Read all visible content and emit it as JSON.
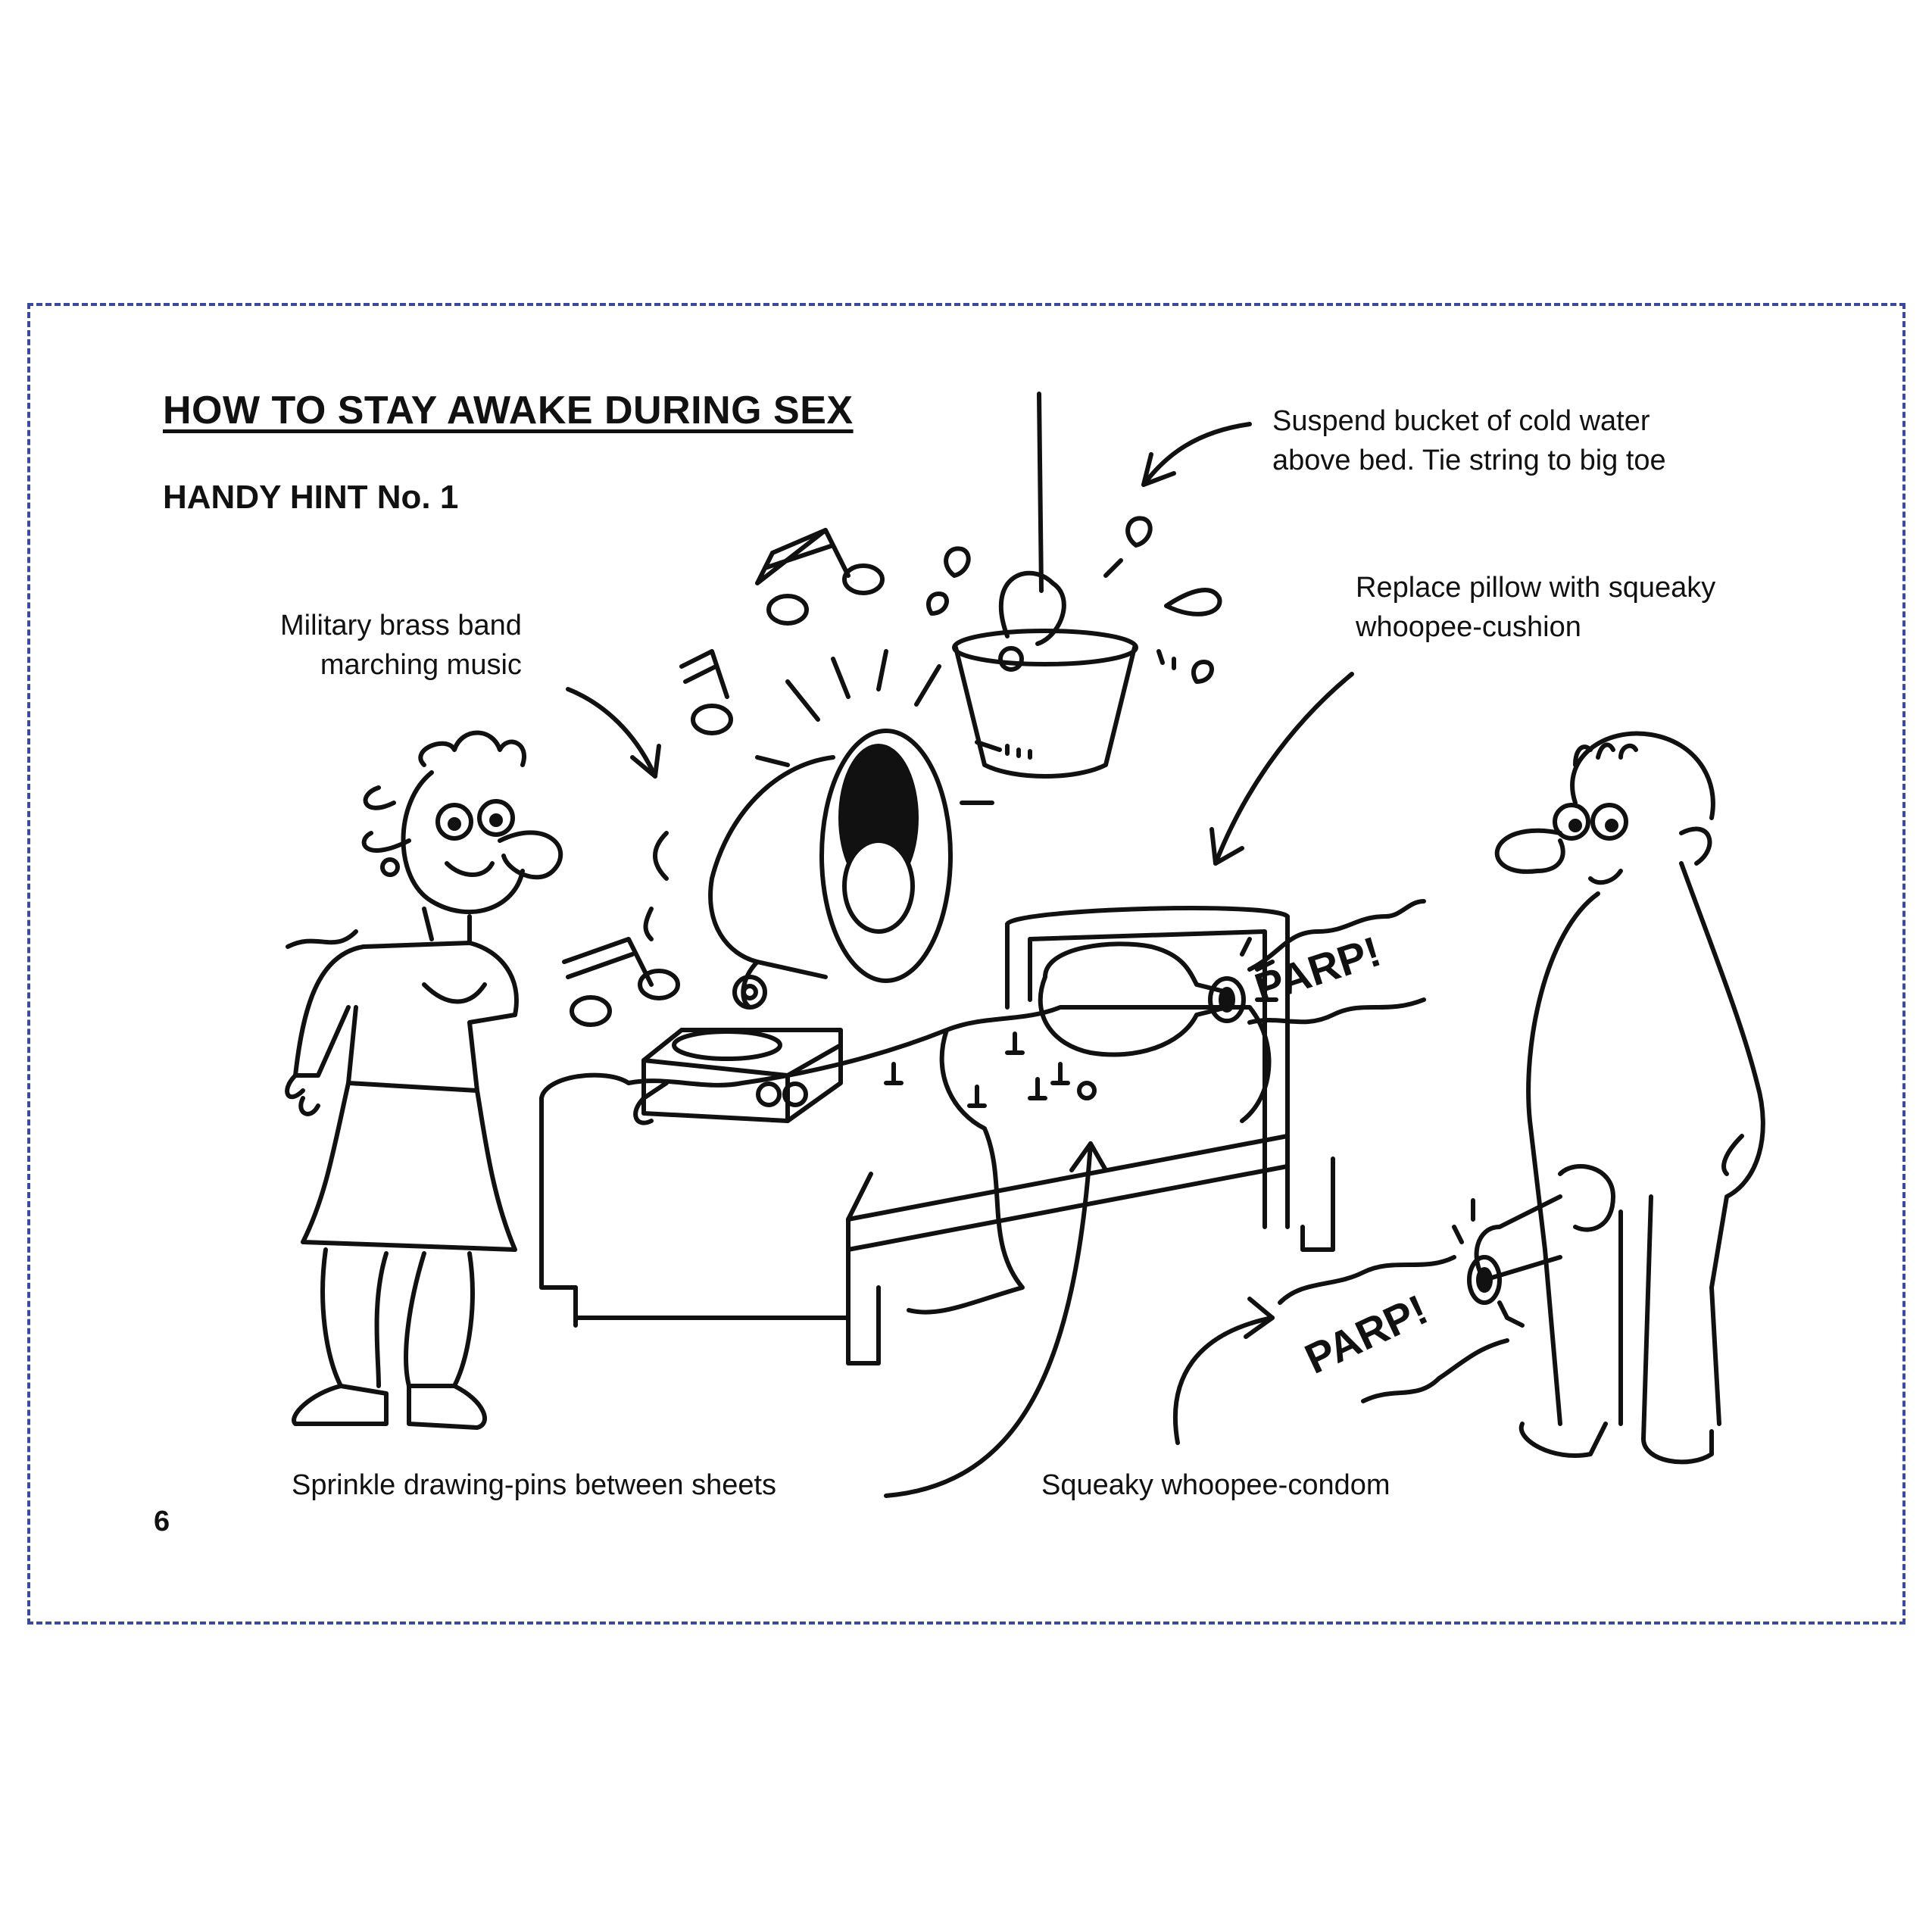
{
  "page": {
    "title": "HOW TO STAY AWAKE DURING SEX",
    "subtitle": "HANDY HINT No. 1",
    "page_number": "6"
  },
  "captions": {
    "bucket": [
      "Suspend bucket of cold water",
      "above bed. Tie string to big toe"
    ],
    "brass_band": [
      "Military brass band",
      "marching music"
    ],
    "pillow": [
      "Replace pillow with squeaky",
      "whoopee-cushion"
    ],
    "pins": "Sprinkle drawing-pins between sheets",
    "condom": "Squeaky whoopee-condom"
  },
  "sound_effects": {
    "pillow_parp": "PARP!",
    "condom_parp": "PARP!"
  },
  "colors": {
    "cut_line": "#3b4a9a",
    "ink": "#111111"
  }
}
